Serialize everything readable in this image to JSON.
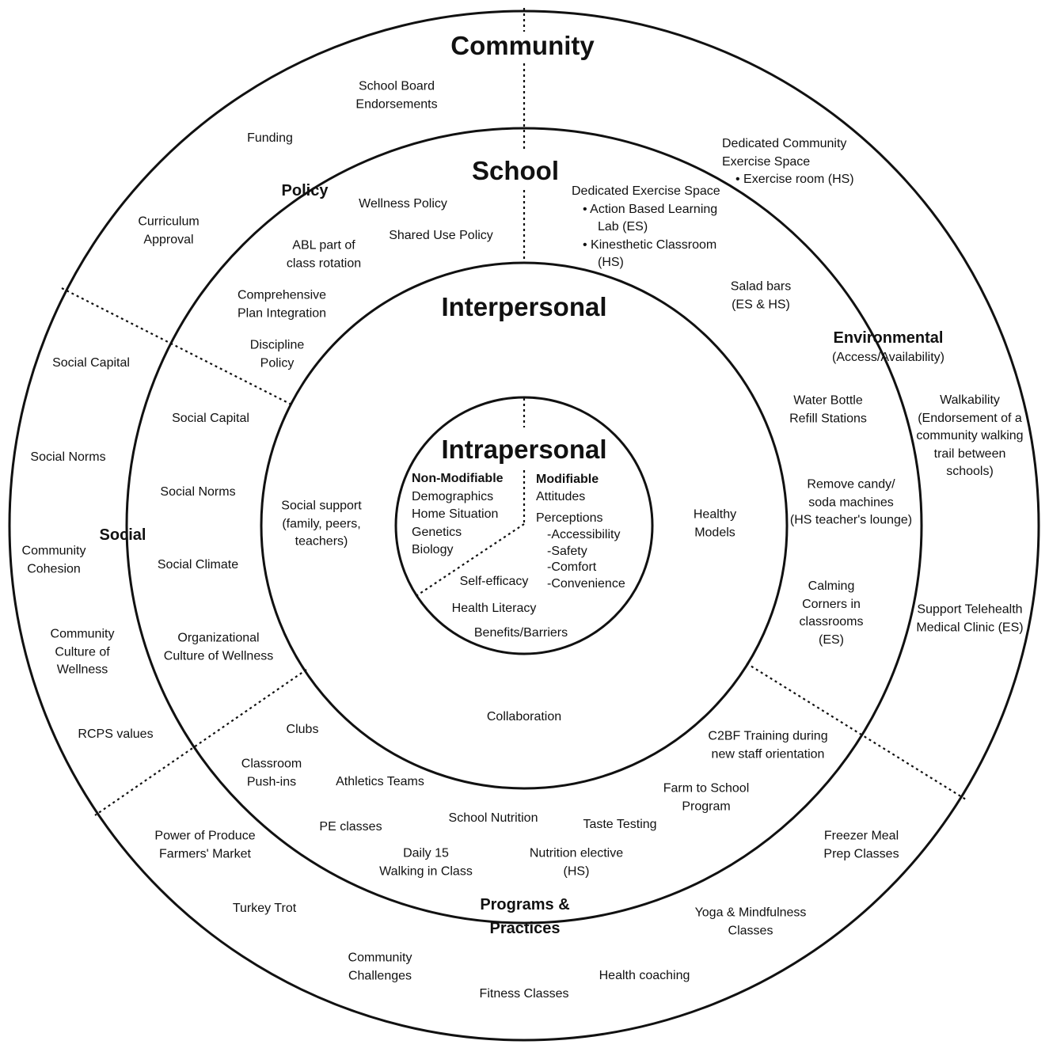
{
  "levels": {
    "community": "Community",
    "school": "School",
    "interpersonal": "Interpersonal",
    "intrapersonal": "Intrapersonal"
  },
  "sectors": {
    "policy": "Policy",
    "social": "Social",
    "environmental": "Environmental",
    "environmental_sub": "(Access/Availability)",
    "programs": [
      "Programs &",
      "Practices"
    ]
  },
  "intrapersonal": {
    "non_modifiable": {
      "heading": "Non-Modifiable",
      "items": [
        "Demographics",
        "Home Situation",
        "Genetics",
        "Biology"
      ]
    },
    "modifiable": {
      "heading": "Modifiable",
      "items": [
        "Attitudes",
        "Perceptions",
        "-Accessibility",
        "-Safety",
        "-Comfort",
        "-Convenience"
      ]
    },
    "shared": [
      "Self-efficacy",
      "Health Literacy",
      "Benefits/Barriers"
    ]
  },
  "community_items": {
    "school_board": [
      "School Board",
      "Endorsements"
    ],
    "funding": "Funding",
    "curriculum": [
      "Curriculum",
      "Approval"
    ],
    "dedicated_community": [
      "Dedicated Community",
      "Exercise Space",
      "•   Exercise room (HS)"
    ],
    "walkability": [
      "Walkability",
      "(Endorsement of  a",
      "community walking",
      "trail between",
      "schools)"
    ],
    "telehealth": [
      "Support Telehealth",
      "Medical Clinic (ES)"
    ],
    "social_capital": "Social Capital",
    "social_norms": "Social Norms",
    "community_cohesion": [
      "Community",
      "Cohesion"
    ],
    "community_culture": [
      "Community",
      "Culture of",
      "Wellness"
    ],
    "rcps_values": "RCPS values",
    "power_of_produce": [
      "Power of Produce",
      "Farmers' Market"
    ],
    "turkey_trot": "Turkey Trot",
    "community_challenges": [
      "Community",
      "Challenges"
    ],
    "fitness_classes": "Fitness Classes",
    "health_coaching": "Health coaching",
    "yoga": [
      "Yoga & Mindfulness",
      "Classes"
    ],
    "freezer_meal": [
      "Freezer Meal",
      "Prep Classes"
    ]
  },
  "school_items": {
    "wellness_policy": "Wellness Policy",
    "shared_use_policy": "Shared Use Policy",
    "abl_rotation": [
      "ABL part of",
      "class rotation"
    ],
    "comprehensive_plan": [
      "Comprehensive",
      "Plan Integration"
    ],
    "discipline_policy": [
      "Discipline",
      "Policy"
    ],
    "dedicated_exercise": [
      "Dedicated Exercise Space",
      "•   Action Based Learning",
      "    Lab (ES)",
      "•   Kinesthetic Classroom",
      "    (HS)"
    ],
    "salad_bars": [
      "Salad bars",
      "(ES & HS)"
    ],
    "water_bottle": [
      "Water Bottle",
      "Refill Stations"
    ],
    "remove_candy": [
      "Remove candy/",
      "soda machines",
      "(HS teacher's lounge)"
    ],
    "calming_corners": [
      "Calming",
      "Corners in",
      "classrooms",
      "(ES)"
    ],
    "social_capital": "Social Capital",
    "social_norms": "Social Norms",
    "social_climate": "Social Climate",
    "org_culture": [
      "Organizational",
      "Culture of Wellness"
    ],
    "clubs": "Clubs",
    "classroom_pushins": [
      "Classroom",
      "Push-ins"
    ],
    "athletics": "Athletics Teams",
    "pe_classes": "PE classes",
    "school_nutrition": "School Nutrition",
    "taste_testing": "Taste Testing",
    "daily15": [
      "Daily 15",
      "Walking in Class"
    ],
    "nutrition_elective": [
      "Nutrition elective",
      "(HS)"
    ],
    "farm_to_school": [
      "Farm to School",
      "Program"
    ],
    "c2bf_training": [
      "C2BF Training during",
      "new staff orientation"
    ]
  },
  "interpersonal_items": {
    "social_support": [
      "Social support",
      "(family, peers,",
      "teachers)"
    ],
    "healthy_models": [
      "Healthy",
      "Models"
    ],
    "collaboration": "Collaboration"
  }
}
